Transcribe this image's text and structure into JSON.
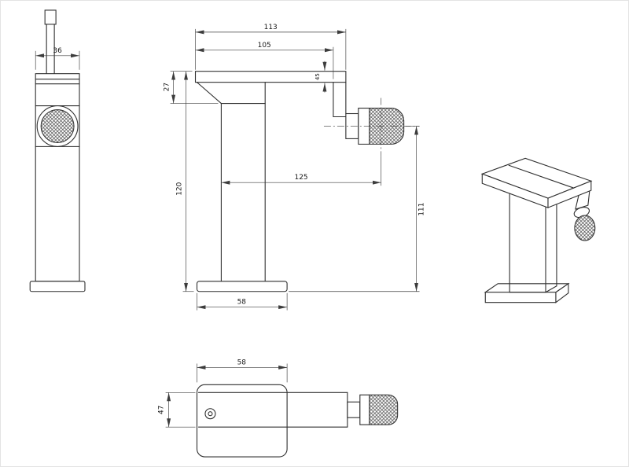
{
  "drawing": {
    "title": "bidet-faucet-dimension-drawing",
    "background": "#ffffff",
    "line_color": "#2f2f2f",
    "dim_line_color": "#3c3c3c",
    "text_color": "#161616",
    "views": {
      "side": {
        "dim_depth": "36"
      },
      "front": {
        "dim_spout_length": "113",
        "dim_outlet_offset": "105",
        "dim_head_height": "27",
        "dim_spout_thickness": "45",
        "dim_total_height": "120",
        "dim_nozzle_reach": "125",
        "dim_nozzle_center_height": "111",
        "dim_base_width": "58"
      },
      "top": {
        "dim_base_width": "58",
        "dim_spout_width": "47"
      }
    }
  }
}
